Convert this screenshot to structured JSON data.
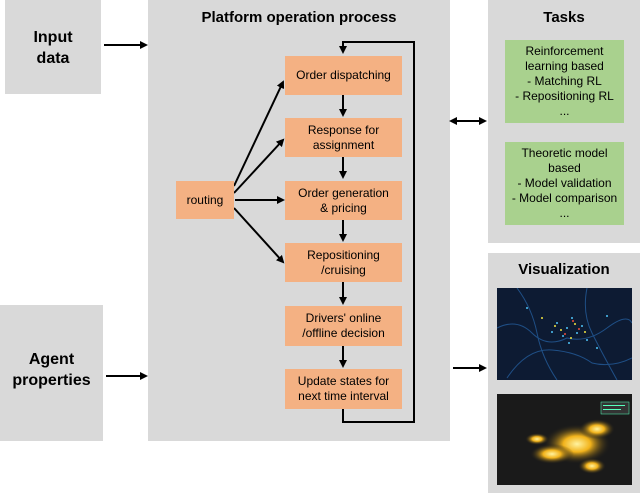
{
  "input_label": "Input\ndata",
  "agent_label": "Agent\nproperties",
  "platform": {
    "title": "Platform operation process",
    "routing": "routing",
    "steps": [
      "Order dispatching",
      "Response for\nassignment",
      "Order generation\n& pricing",
      "Repositioning\n/cruising",
      "Drivers' online\n/offline decision",
      "Update states for\nnext time interval"
    ]
  },
  "tasks": {
    "title": "Tasks",
    "rl": "Reinforcement\nlearning based\n-  Matching RL\n- Repositioning RL\n...",
    "theory": "Theoretic model\nbased\n- Model validation\n- Model comparison\n..."
  },
  "visualization": {
    "title": "Visualization"
  },
  "colors": {
    "panel": "#d9d9d9",
    "step": "#f4b183",
    "task": "#a9d18e"
  }
}
